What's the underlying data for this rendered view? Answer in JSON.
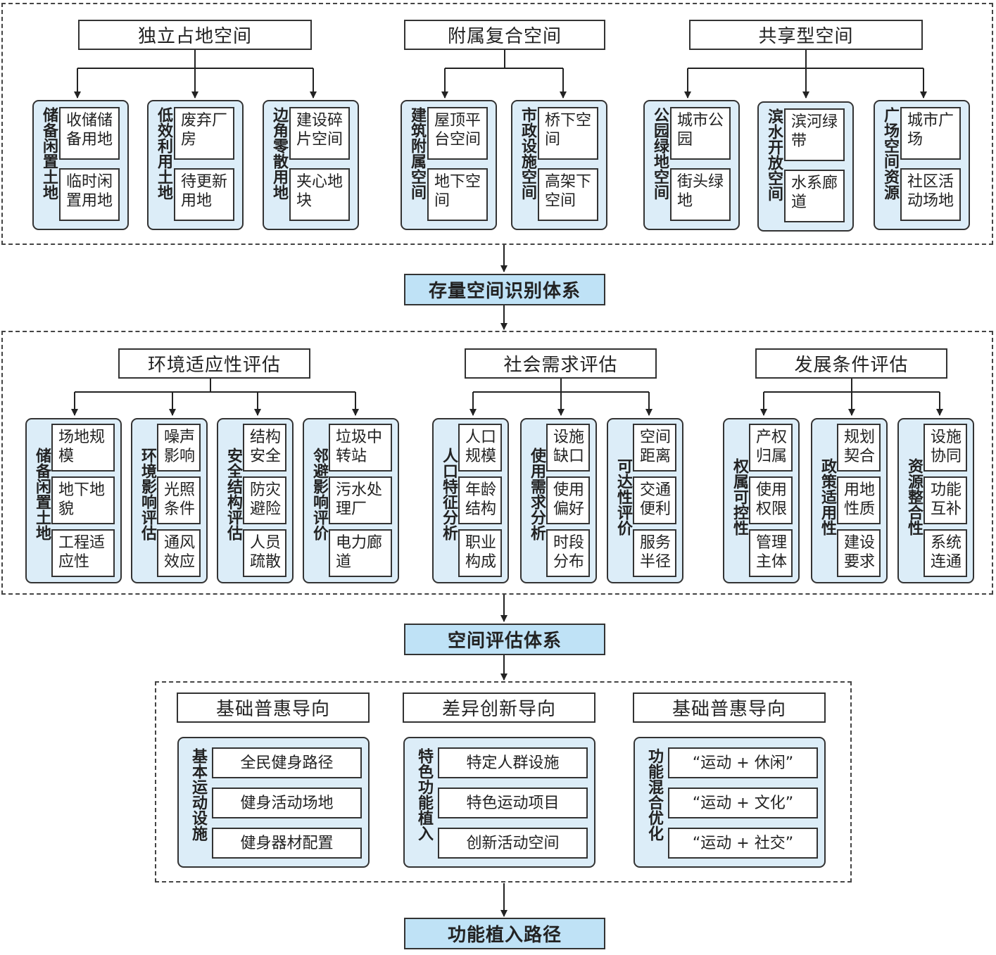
{
  "section1": {
    "headers": [
      "独立占地空间",
      "附属复合空间",
      "共享型空间"
    ],
    "groups": [
      {
        "label": "储备闲置土地",
        "items": [
          "收储储备用地",
          "临时闲置用地"
        ]
      },
      {
        "label": "低效利用土地",
        "items": [
          "废弃厂房",
          "待更新用地"
        ]
      },
      {
        "label": "边角零散用地",
        "items": [
          "建设碎片空间",
          "夹心地块"
        ]
      },
      {
        "label": "建筑附属空间",
        "items": [
          "屋顶平台空间",
          "地下空间"
        ]
      },
      {
        "label": "市政设施空间",
        "items": [
          "桥下空间",
          "高架下空间"
        ]
      },
      {
        "label": "公园绿地空间",
        "items": [
          "城市公园",
          "街头绿地"
        ]
      },
      {
        "label": "滨水开放空间",
        "items": [
          "滨河绿带",
          "水系廊道"
        ]
      },
      {
        "label": "广场空间资源",
        "items": [
          "城市广场",
          "社区活动场地"
        ]
      }
    ]
  },
  "system1": "存量空间识别体系",
  "section2": {
    "headers": [
      "环境适应性评估",
      "社会需求评估",
      "发展条件评估"
    ],
    "groups": [
      {
        "label": "储备闲置土地",
        "items": [
          "场地规模",
          "地下地貌",
          "工程适应性"
        ]
      },
      {
        "label": "环境影响评估",
        "items": [
          "噪声影响",
          "光照条件",
          "通风效应"
        ]
      },
      {
        "label": "安全结构评估",
        "items": [
          "结构安全",
          "防灾避险",
          "人员疏散"
        ]
      },
      {
        "label": "邻避影响评价",
        "items": [
          "垃圾中转站",
          "污水处理厂",
          "电力廊道"
        ]
      },
      {
        "label": "人口特征分析",
        "items": [
          "人口规模",
          "年龄结构",
          "职业构成"
        ]
      },
      {
        "label": "使用需求分析",
        "items": [
          "设施缺口",
          "使用偏好",
          "时段分布"
        ]
      },
      {
        "label": "可达性评价",
        "items": [
          "空间距离",
          "交通便利",
          "服务半径"
        ]
      },
      {
        "label": "权属可控性",
        "items": [
          "产权归属",
          "使用权限",
          "管理主体"
        ]
      },
      {
        "label": "政策适用性",
        "items": [
          "规划契合",
          "用地性质",
          "建设要求"
        ]
      },
      {
        "label": "资源整合性",
        "items": [
          "设施协同",
          "功能互补",
          "系统连通"
        ]
      }
    ]
  },
  "system2": "空间评估体系",
  "section3": {
    "headers": [
      "基础普惠导向",
      "差异创新导向",
      "基础普惠导向"
    ],
    "groups": [
      {
        "label": "基本运动设施",
        "items": [
          "全民健身路径",
          "健身活动场地",
          "健身器材配置"
        ]
      },
      {
        "label": "特色功能植入",
        "items": [
          "特定人群设施",
          "特色运动项目",
          "创新活动空间"
        ]
      },
      {
        "label": "功能混合优化",
        "items": [
          "“运动 + 休闲”",
          "“运动 + 文化”",
          "“运动 + 社交”"
        ]
      }
    ]
  },
  "system3": "功能植入路径"
}
